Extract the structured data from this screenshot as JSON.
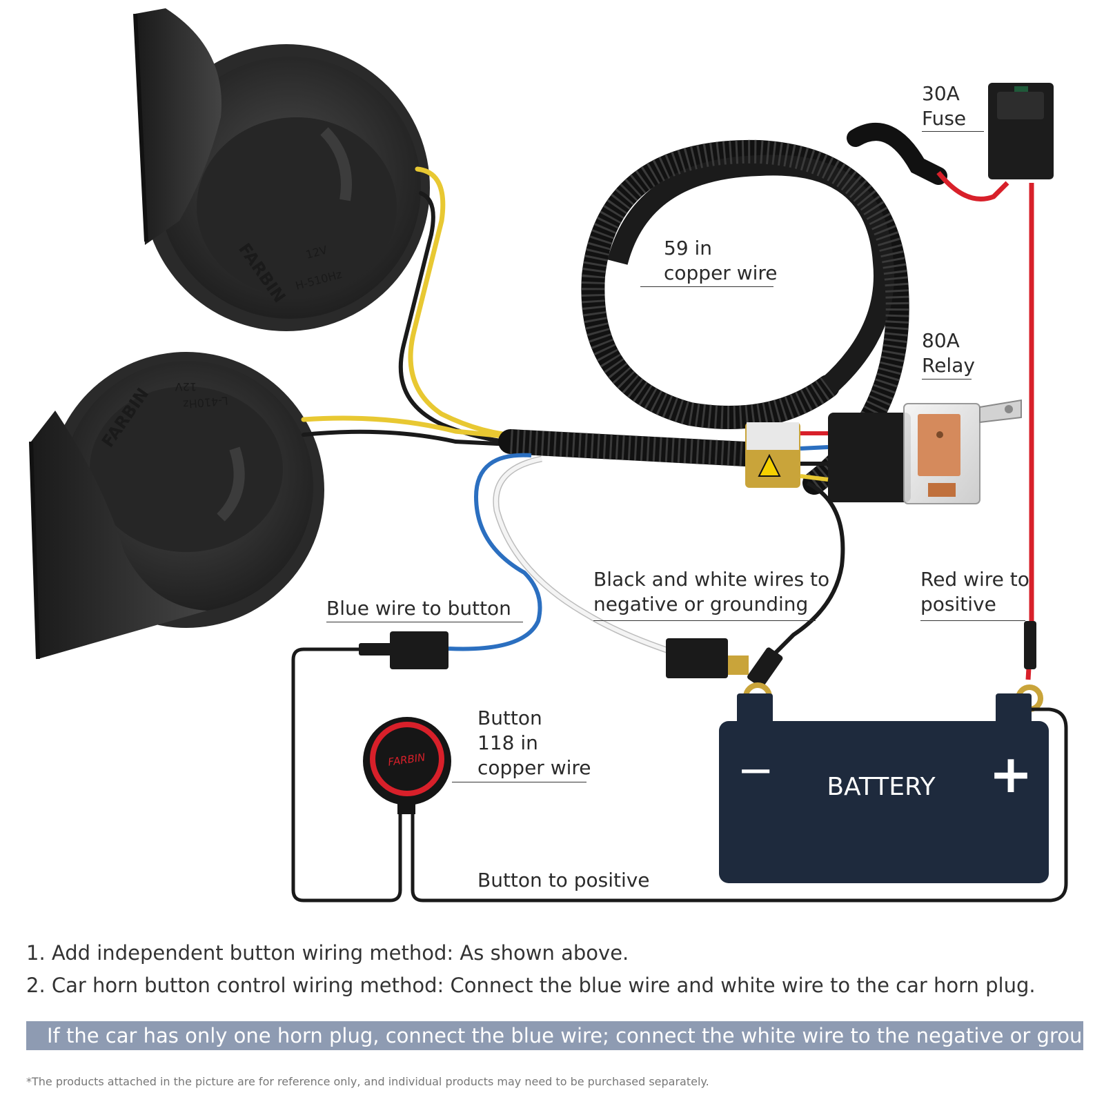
{
  "labels": {
    "fuse": [
      "30A",
      "Fuse"
    ],
    "copper_wire_59": [
      "59 in",
      "copper wire"
    ],
    "relay": [
      "80A",
      "Relay"
    ],
    "black_white": [
      "Black and white wires to",
      "negative or grounding"
    ],
    "red_wire": [
      "Red wire to",
      "positive"
    ],
    "blue_wire": "Blue wire to button",
    "button": [
      "Button",
      "118 in",
      "copper wire"
    ],
    "button_positive": "Button to positive",
    "battery": "BATTERY",
    "battery_minus": "−",
    "battery_plus": "+",
    "horn_brand": "FARBIN",
    "horn_top_spec": [
      "12V",
      "H-510Hz"
    ],
    "horn_bottom_spec": [
      "12V",
      "L-410Hz"
    ],
    "button_brand": "FARBIN"
  },
  "notes": {
    "line1": "1. Add independent button wiring method: As shown above.",
    "line2": "2. Car horn button control wiring method: Connect the blue wire and white wire to the car horn plug.",
    "line3": "If the car has only one horn plug, connect the blue wire; connect the white wire to the negative or ground.",
    "disclaimer": "*The products attached in the picture are for reference only, and individual products may need to be purchased separately."
  },
  "colors": {
    "battery": "#1e2a3d",
    "red_wire": "#d8202a",
    "blue_wire": "#2b6fc0",
    "yellow_wire": "#e8c832",
    "black_wire": "#1a1a1a",
    "white_wire": "#f2f2f2",
    "highlight_bar": "#8e9bb2",
    "button_ring": "#d8202a"
  }
}
